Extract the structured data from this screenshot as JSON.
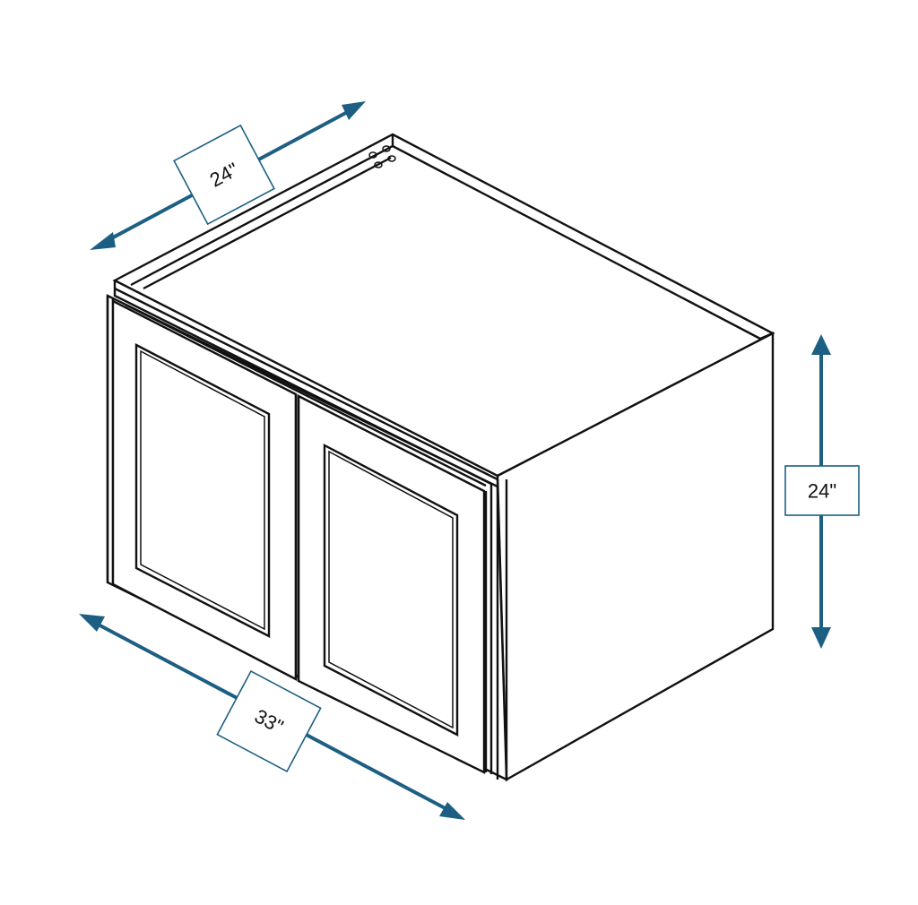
{
  "diagram": {
    "subject": "Double-door wall cabinet (isometric line drawing)",
    "dimensions": {
      "depth": {
        "label": "24\"",
        "position": "top-left, along top edge"
      },
      "height": {
        "label": "24\"",
        "position": "right side, vertical"
      },
      "width": {
        "label": "33\"",
        "position": "bottom-left, along front edge"
      }
    },
    "doors": {
      "count": 2,
      "style": "recessed panel (shaker)"
    },
    "colors": {
      "dimension_accent": "#1d5f83",
      "line": "#111111",
      "background": "#ffffff"
    }
  }
}
